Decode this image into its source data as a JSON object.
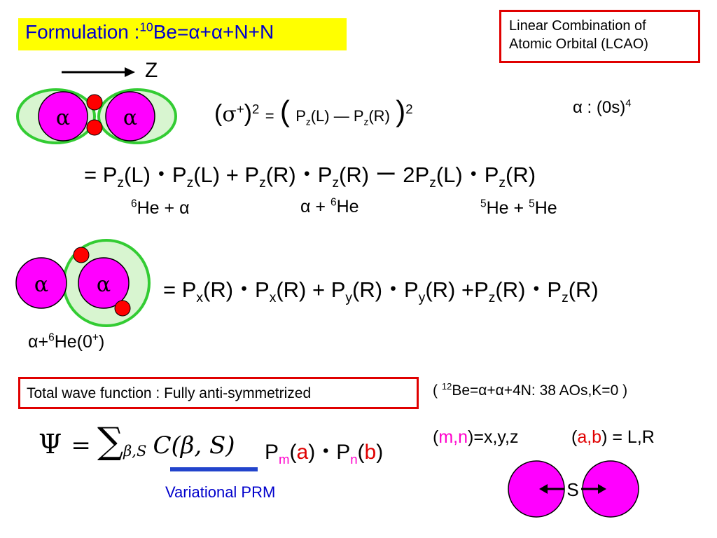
{
  "title": {
    "prefix": "Formulation :",
    "mass": "10",
    "suffix": "Be=α+α+N+N"
  },
  "lcao": {
    "line1": "Linear Combination of",
    "line2": "Atomic Orbital  (LCAO)"
  },
  "axis_label": "Z",
  "alpha_label": "α",
  "sigma_eq": {
    "lhs_open": "(",
    "sigma": "σ",
    "sigma_sup": "+",
    "lhs_close": ")",
    "lhs_pow": "2",
    "equals": "=",
    "big_open": "(",
    "p1": "P",
    "p1_sub": "z",
    "p1_arg": "(L)",
    "dash": " — ",
    "p2": "P",
    "p2_sub": "z",
    "p2_arg": "(R)",
    "big_close": ")",
    "rhs_pow": "2"
  },
  "alpha_config": {
    "text": "α : (0s)",
    "pow": "4"
  },
  "expansion1": {
    "lead": "= P",
    "t1_sub": "z",
    "t1_mid": "(L)・P",
    "t1_sub2": "z",
    "t1_end": "(L) + P",
    "t2_sub": "z",
    "t2_mid": "(R)・P",
    "t2_sub2": "z",
    "t2_end": "(R) ー 2P",
    "t3_sub": "z",
    "t3_mid": "(L)・P",
    "t3_sub2": "z",
    "t3_end": "(R)"
  },
  "channels": {
    "c1_mass": "6",
    "c1_rest": "He + α",
    "c2_lead": "α + ",
    "c2_mass": "6",
    "c2_rest": "He",
    "c3_mass1": "5",
    "c3_mid": "He + ",
    "c3_mass2": "5",
    "c3_rest": "He"
  },
  "expansion2": {
    "lead": "= P",
    "a_sub": "x",
    "a_mid": "(R)・P",
    "a_sub2": "x",
    "a_end": "(R) + P",
    "b_sub": "y",
    "b_mid": "(R)・P",
    "b_sub2": "y",
    "b_end": "(R) +P",
    "c_sub": "z",
    "c_mid": "(R)・P",
    "c_sub2": "z",
    "c_end": "(R)"
  },
  "config_label": {
    "lead": "α+",
    "mass": "6",
    "mid": "He(0",
    "sup": "+",
    "end": ")"
  },
  "total_wf": "Total wave function : Fully anti-symmetrized",
  "be12_note": {
    "open": "( ",
    "mass": "12",
    "rest": "Be=α+α+4N: 38 AOs,K=0 )"
  },
  "psi_eq": {
    "psi": "Ψ",
    "eq": "=",
    "sum": "∑",
    "sum_sub": "β,S",
    "coef": "C(β, S)",
    "p1": "P",
    "m": "m",
    "a_open": "(",
    "a": "a",
    "a_close": ")・P",
    "n": "n",
    "b_open": "(",
    "b": "b",
    "b_close": ")"
  },
  "mn_def": {
    "open": "(",
    "mn": "m,n",
    "rest": ")=x,y,z"
  },
  "ab_def": {
    "open": "(",
    "ab": "a,b",
    "rest": ") = L,R"
  },
  "variational_label": "Variational PRM",
  "s_label": "S",
  "colors": {
    "alpha_fill": "#ff00ff",
    "neutron_fill": "#ff0000",
    "orbital_fill": "#d8f5d0",
    "orbital_stroke": "#33cc33",
    "accent_blue": "#0000cc",
    "title_bg": "#ffff00",
    "box_red": "#e00000"
  }
}
